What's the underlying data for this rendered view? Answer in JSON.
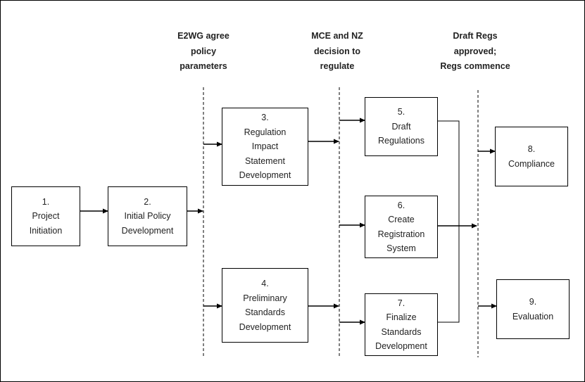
{
  "milestones": [
    {
      "lines": [
        "E2WG agree",
        "policy",
        "parameters"
      ]
    },
    {
      "lines": [
        "MCE and NZ",
        "decision to",
        "regulate"
      ]
    },
    {
      "lines": [
        "Draft Regs",
        "approved;",
        "Regs commence"
      ]
    }
  ],
  "boxes": [
    {
      "num": "1.",
      "lines": [
        "Project",
        "Initiation"
      ]
    },
    {
      "num": "2.",
      "lines": [
        "Initial Policy",
        "Development"
      ]
    },
    {
      "num": "3.",
      "lines": [
        "Regulation",
        "Impact",
        "Statement",
        "Development"
      ]
    },
    {
      "num": "4.",
      "lines": [
        "Preliminary",
        "Standards",
        "Development"
      ]
    },
    {
      "num": "5.",
      "lines": [
        "Draft",
        "Regulations"
      ]
    },
    {
      "num": "6.",
      "lines": [
        "Create",
        "Registration",
        "System"
      ]
    },
    {
      "num": "7.",
      "lines": [
        "Finalize",
        "Standards",
        "Development"
      ]
    },
    {
      "num": "8.",
      "lines": [
        "Compliance"
      ]
    },
    {
      "num": "9.",
      "lines": [
        "Evaluation"
      ]
    }
  ],
  "colors": {
    "stroke": "#000000",
    "text": "#222222",
    "background": "#ffffff"
  }
}
